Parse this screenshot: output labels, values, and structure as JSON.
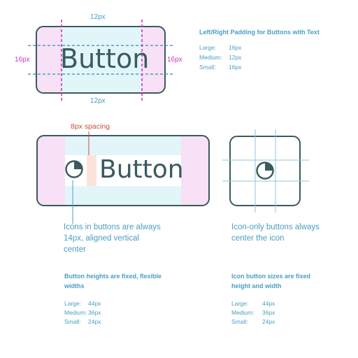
{
  "diagram1": {
    "button_label": "Button",
    "top_padding": "12px",
    "bottom_padding": "12px",
    "left_padding": "16px",
    "right_padding": "16px"
  },
  "padding_spec": {
    "title": "Left/Right Padding for Buttons with Text",
    "rows": [
      {
        "size": "Large:",
        "value": "16px"
      },
      {
        "size": "Medium:",
        "value": "12px"
      },
      {
        "size": "Small:",
        "value": "16px"
      }
    ]
  },
  "diagram2": {
    "spacing_label": "8px spacing",
    "button_label": "Button",
    "icon_note": "Icons in buttons are always 14px, aligned vertical center"
  },
  "diagram3": {
    "icon_note": "Icon-only buttons always center the icon"
  },
  "heights_spec": {
    "title": "Button heights are fixed, flexible widths",
    "rows": [
      {
        "size": "Large:",
        "value": "44px"
      },
      {
        "size": "Medium:",
        "value": "36px"
      },
      {
        "size": "Small:",
        "value": "24px"
      }
    ]
  },
  "icon_sizes_spec": {
    "title": "Icon button sizes are fixed height and width",
    "rows": [
      {
        "size": "Large:",
        "value": "44px"
      },
      {
        "size": "Medium:",
        "value": "36px"
      },
      {
        "size": "Small:",
        "value": "24px"
      }
    ]
  },
  "colors": {
    "outline": "#3a5a5f",
    "padding_pink": "#f8e0f6",
    "content_cyan": "#e2f6fa",
    "guide_magenta": "#c83ac0",
    "guide_blue": "#4a9ec4",
    "spacing_red": "#c9503c"
  },
  "icons": {
    "pie": "pie-chart-icon"
  }
}
